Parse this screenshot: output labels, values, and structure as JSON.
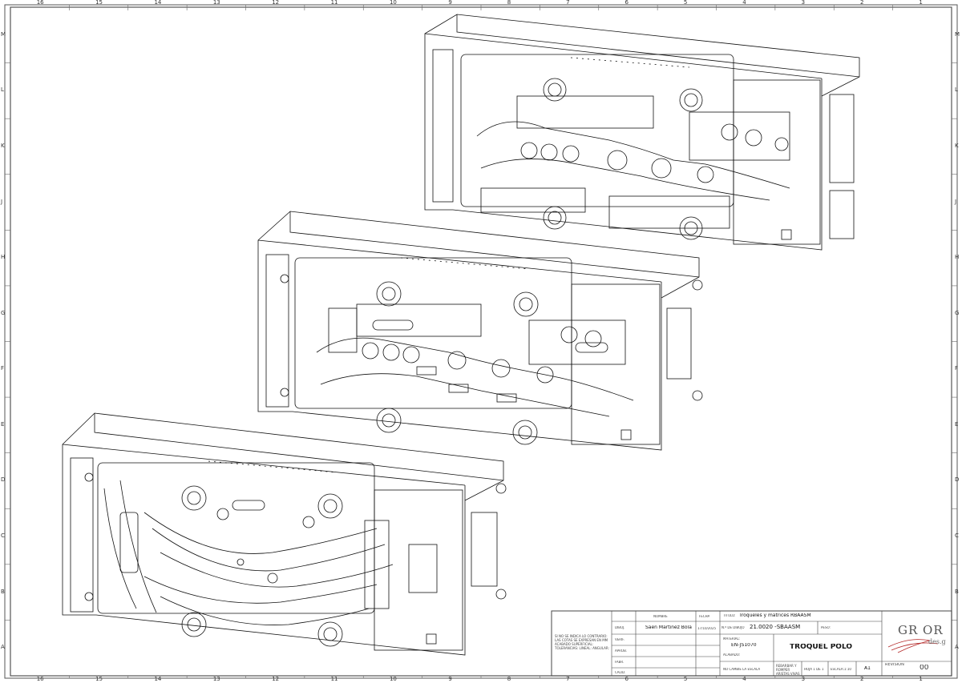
{
  "frame": {
    "columns": [
      "16",
      "15",
      "14",
      "13",
      "12",
      "11",
      "10",
      "9",
      "8",
      "7",
      "6",
      "5",
      "4",
      "3",
      "2",
      "1"
    ],
    "rows": [
      "M",
      "L",
      "K",
      "J",
      "H",
      "G",
      "F",
      "E",
      "D",
      "C",
      "B",
      "A"
    ]
  },
  "title_block": {
    "hdr_name": "NOMBRE",
    "hdr_date": "FECHA",
    "hdr_title": "TÍTULO:",
    "project_label": "Troqueles y matrices RBAASM",
    "drawn_label": "DIBUJ.",
    "drawn_by": "Saen Martinez Bola",
    "drawn_date": "17/10/2025",
    "checked_label": "VERIF.",
    "approved_label": "APROB.",
    "mfg_label": "FABR.",
    "quality_label": "CALID.",
    "dwg_no_label": "N.º DE DIBUJO",
    "dwg_no": "21.0020 -SBAASM",
    "material_label": "MATERIAL:",
    "material": "EN-JS1070",
    "part_title": "TROQUEL POLO",
    "weight_label": "PESO:",
    "finish_label": "ACABADO:",
    "tolerance_note": "SI NO SE INDICA LO CONTRARIO: LAS COTAS SE EXPRESAN EN MM ACABADO SUPERFICIAL: TOLERANCIAS: LINEAL: ANGULAR:",
    "no_scale_note": "NO CAMBIE LA ESCALA",
    "break_edges_note": "REBARBAR Y ROMPER ARISTAS VIVAS",
    "sheet": "HOJA 1 DE 1",
    "scale": "ESCALA:1:10",
    "size": "A1",
    "revision_label": "REVISIÓN",
    "revision": "00",
    "logo_text": "GR  OR",
    "logo_sub": "des.g"
  }
}
